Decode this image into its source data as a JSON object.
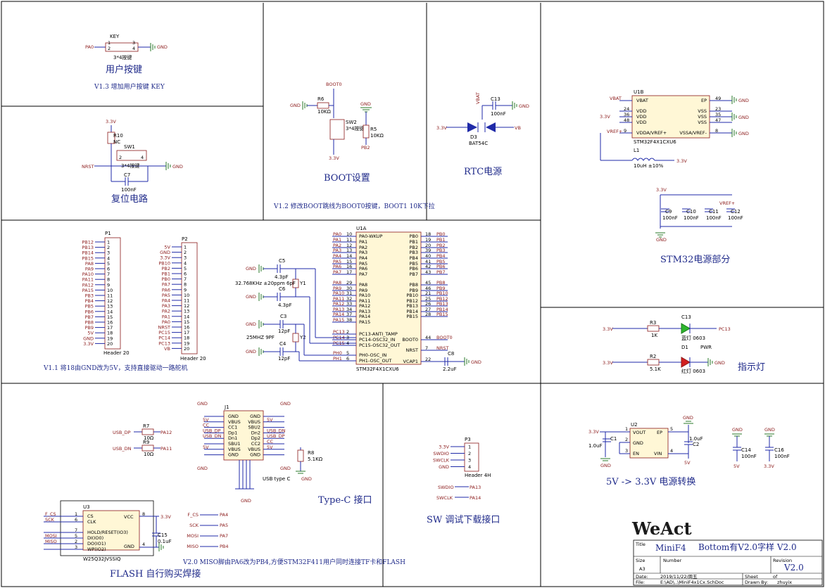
{
  "sections": {
    "key": {
      "title": "用户按键",
      "note": "V1.3 增加用户按键 KEY",
      "ref": "KEY",
      "part": "3*4按键",
      "net": "PA0",
      "gnd": "GND"
    },
    "reset": {
      "title": "复位电路",
      "r10": "R10",
      "r10_val": "NC",
      "vcc": "3.3V",
      "sw": "SW1",
      "sw_part": "3*4按键",
      "nrst": "NRST",
      "c7": "C7",
      "c7_val": "100nF",
      "gnd": "GND"
    },
    "boot": {
      "title": "BOOT设置",
      "note": "V1.2 修改BOOT跳线为BOOT0按键，BOOT1 10K下拉",
      "net_boot0": "BOOT0",
      "r6": "R6",
      "r6_val": "10KΩ",
      "sw2": "SW2",
      "sw2_part": "3*4按键",
      "r5": "R5",
      "r5_val": "10KΩ",
      "pb2": "PB2",
      "vcc": "3.3V",
      "gnd": "GND"
    },
    "rtc": {
      "title": "RTC电源",
      "vbat": "VBAT",
      "c13": "C13",
      "c13_val": "100nF",
      "d3": "D3",
      "d3_part": "BAT54C",
      "vcc": "3.3V",
      "vb": "VB",
      "gnd": "GND"
    },
    "power": {
      "title": "STM32电源部分",
      "u1b": "U1B",
      "u1b_part": "STM32F4X1CXU6",
      "left_pins": [
        {
          "num": "",
          "name": "VBAT",
          "net": "VBAT"
        },
        {
          "num": "24",
          "name": "VDD",
          "net": ""
        },
        {
          "num": "36",
          "name": "VDD",
          "net": "3.3V"
        },
        {
          "num": "48",
          "name": "VDD",
          "net": ""
        },
        {
          "num": "9",
          "name": "VDDA/VREF+",
          "net": "VREF+"
        }
      ],
      "right_pins": [
        {
          "num": "49",
          "name": "EP"
        },
        {
          "num": "23",
          "name": "VSS"
        },
        {
          "num": "35",
          "name": "VSS"
        },
        {
          "num": "47",
          "name": "VSS"
        },
        {
          "num": "8",
          "name": "VSSA/VREF-"
        }
      ],
      "l1": "L1",
      "l1_val": "10uH ±10%",
      "vcc": "3.3V",
      "vref": "VREF+",
      "gnd": "GND",
      "caps": [
        {
          "ref": "C9",
          "val": "100nF"
        },
        {
          "ref": "C10",
          "val": "100nF"
        },
        {
          "ref": "C11",
          "val": "100nF"
        },
        {
          "ref": "C12",
          "val": "100nF"
        }
      ]
    },
    "headers": {
      "note": "V1.1 将18由GND改为5V，支持直接驱动一路舵机",
      "p1": "P1",
      "p1_part": "Header 20",
      "p1_nets": [
        "PB12",
        "PB13",
        "PB14",
        "PB15",
        "PA8",
        "PA9",
        "PA10",
        "PA11",
        "PA12",
        "PA15",
        "PB3",
        "PB4",
        "PB5",
        "PB6",
        "PB7",
        "PB8",
        "PB9",
        "5V",
        "GND",
        "3.3V"
      ],
      "p2": "P2",
      "p2_part": "Header 20",
      "p2_nets": [
        "5V",
        "GND",
        "3.3V",
        "PB10",
        "PB2",
        "PB1",
        "PB0",
        "PA7",
        "PA6",
        "PA5",
        "PA4",
        "PA3",
        "PA2",
        "PA1",
        "PA0",
        "NRST",
        "PC15",
        "PC14",
        "PC13",
        "VB"
      ]
    },
    "mcu": {
      "ref": "U1A",
      "part": "STM32F4X1CXU6",
      "left_pins": [
        {
          "net": "PA0",
          "num": "10",
          "name": "PA0-WKUP"
        },
        {
          "net": "PA1",
          "num": "11",
          "name": "PA1"
        },
        {
          "net": "PA2",
          "num": "12",
          "name": "PA2"
        },
        {
          "net": "PA3",
          "num": "13",
          "name": "PA3"
        },
        {
          "net": "PA4",
          "num": "14",
          "name": "PA4"
        },
        {
          "net": "PA5",
          "num": "15",
          "name": "PA5"
        },
        {
          "net": "PA6",
          "num": "16",
          "name": "PA6"
        },
        {
          "net": "PA7",
          "num": "17",
          "name": "PA7"
        },
        {
          "net": "PA8",
          "num": "29",
          "name": "PA8"
        },
        {
          "net": "PA9",
          "num": "30",
          "name": "PA9"
        },
        {
          "net": "PA10",
          "num": "31",
          "name": "PA10"
        },
        {
          "net": "PA11",
          "num": "32",
          "name": "PA11"
        },
        {
          "net": "PA12",
          "num": "33",
          "name": "PA12"
        },
        {
          "net": "PA13",
          "num": "34",
          "name": "PA13"
        },
        {
          "net": "PA14",
          "num": "37",
          "name": "PA14"
        },
        {
          "net": "PA15",
          "num": "38",
          "name": "PA15"
        },
        {
          "net": "PC13",
          "num": "2",
          "name": "PC13-ANTI_TAMP"
        },
        {
          "net": "PC14",
          "num": "3",
          "name": "PC14-OSC32_IN"
        },
        {
          "net": "PC15",
          "num": "4",
          "name": "PC15-OSC32_OUT"
        },
        {
          "net": "PH0",
          "num": "5",
          "name": "PH0-OSC_IN"
        },
        {
          "net": "PH1",
          "num": "6",
          "name": "PH1-OSC_OUT"
        }
      ],
      "right_pins": [
        {
          "net": "PB0",
          "num": "18",
          "name": "PB0"
        },
        {
          "net": "PB1",
          "num": "19",
          "name": "PB1"
        },
        {
          "net": "PB2",
          "num": "20",
          "name": "PB2"
        },
        {
          "net": "PB3",
          "num": "39",
          "name": "PB3"
        },
        {
          "net": "PB4",
          "num": "40",
          "name": "PB4"
        },
        {
          "net": "PB5",
          "num": "41",
          "name": "PB5"
        },
        {
          "net": "PB6",
          "num": "42",
          "name": "PB6"
        },
        {
          "net": "PB7",
          "num": "43",
          "name": "PB7"
        },
        {
          "net": "PB8",
          "num": "45",
          "name": "PB8"
        },
        {
          "net": "PB9",
          "num": "46",
          "name": "PB9"
        },
        {
          "net": "PB10",
          "num": "21",
          "name": "PB10"
        },
        {
          "net": "PB12",
          "num": "25",
          "name": "PB12"
        },
        {
          "net": "PB13",
          "num": "26",
          "name": "PB13"
        },
        {
          "net": "PB14",
          "num": "27",
          "name": "PB14"
        },
        {
          "net": "PB15",
          "num": "28",
          "name": "PB15"
        },
        {
          "net": "BOOT0",
          "num": "44",
          "name": "BOOT0"
        },
        {
          "net": "NRST",
          "num": "7",
          "name": "NRST"
        },
        {
          "net": "",
          "num": "22",
          "name": "VCAP1"
        }
      ],
      "c5": "C5",
      "c5_val": "4.3pF",
      "c6": "C6",
      "c6_val": "4.3pF",
      "y1": "Y1",
      "y1_val": "32.768KHz ±20ppm 6pF",
      "c3": "C3",
      "c3_val": "12pF",
      "c4": "C4",
      "c4_val": "12pF",
      "y2": "Y2",
      "y2_val": "25MHZ 9PF",
      "c8": "C8",
      "c8_val": "2.2uF",
      "gnd": "GND"
    },
    "led": {
      "title": "指示灯",
      "r3": "R3",
      "r3_val": "1K",
      "c13": "C13",
      "c13_part": "蓝灯 0603",
      "pc13": "PC13",
      "r2": "R2",
      "r2_val": "5.1K",
      "d1": "D1",
      "d1_tag": "PWR",
      "d1_part": "红灯 0603",
      "vcc": "3.3V",
      "gnd": "GND"
    },
    "typec": {
      "title": "Type-C 接口",
      "r7": "R7",
      "r7_val": "10Ω",
      "r9": "R9",
      "r9_val": "10Ω",
      "usb_dp": "USB_DP",
      "usb_dn": "USB_DN",
      "pa12": "PA12",
      "pa11": "PA11",
      "j1": "J1",
      "j1_part": "USB type C",
      "left_pins": [
        "GND",
        "VBUS",
        "CC1",
        "Dp1",
        "Dn1",
        "SBU1",
        "VBUS",
        "GND"
      ],
      "right_pins": [
        "GND",
        "VBUS",
        "SBU2",
        "Dn2",
        "Dp2",
        "CC2",
        "VBUS",
        "GND"
      ],
      "left_nets": [
        "",
        "5V",
        "CC",
        "USB_DP",
        "USB_DN",
        "",
        "5V",
        ""
      ],
      "right_nets": [
        "",
        "5V",
        "",
        "USB_DN",
        "USB_DP",
        "CC",
        "5V",
        ""
      ],
      "r8": "R8",
      "r8_val": "5.1KΩ",
      "gnd": "GND"
    },
    "swd": {
      "title": "SW 调试下载接口",
      "p3": "P3",
      "p3_part": "Header 4H",
      "nets": [
        "3.3V",
        "SWDIO",
        "SWCLK",
        "GND"
      ],
      "swdio": "SWDIO",
      "swclk": "SWCLK",
      "pa13": "PA13",
      "pa14": "PA14"
    },
    "ldo": {
      "title": "5V -> 3.3V 电源转换",
      "u2": "U2",
      "c1": "C1",
      "c1_val": "1.0uF",
      "c2": "C2",
      "c2_val": "1.0uF",
      "vout": "VOUT",
      "ep": "EP",
      "gnd_pin": "GND",
      "en": "EN",
      "vin": "VIN",
      "c14": "C14",
      "c14_val": "100nF",
      "c16": "C16",
      "c16_val": "100nF",
      "v33": "3.3V",
      "v5": "5V",
      "gnd": "GND"
    },
    "flash": {
      "title": "FLASH 自行购买焊接",
      "note": "V2.0 MISO脚由PA6改为PB4,方便STM32F411用户同时连接TF卡和FLASH",
      "u3": "U3",
      "u3_part": "W25Q32JVSSIQ",
      "left_pins": [
        {
          "net": "F_CS",
          "num": "1",
          "name": "CS"
        },
        {
          "net": "SCK",
          "num": "6",
          "name": "CLK"
        },
        {
          "net": "",
          "num": "7",
          "name": "HOLD/RESET(IO3)"
        },
        {
          "net": "MOSI",
          "num": "5",
          "name": "DI(IO0)"
        },
        {
          "net": "MISO",
          "num": "2",
          "name": "DO(IO1)"
        },
        {
          "net": "",
          "num": "3",
          "name": "WP(IO2)"
        }
      ],
      "vcc": "VCC",
      "gnd_pin": "GND",
      "vcc_num": "8",
      "gnd_num": "4",
      "v33": "3.3V",
      "c15": "C15",
      "c15_val": "0.1uF",
      "map": [
        {
          "from": "F_CS",
          "to": "PA4"
        },
        {
          "from": "SCK",
          "to": "PA5"
        },
        {
          "from": "MOSI",
          "to": "PA7"
        },
        {
          "from": "MISO",
          "to": "PB4"
        }
      ]
    }
  },
  "titleblock": {
    "logo": "WeAct",
    "title_label": "Title",
    "title_value": "MiniF4",
    "title_extra": "Bottom有V2.0字样 V2.0",
    "size_label": "Size",
    "size_value": "A3",
    "number_label": "Number",
    "revision_label": "Revision",
    "revision_value": "V2.0",
    "date_label": "Date:",
    "date_value": "2019/11/22/周五",
    "sheet_label": "Sheet",
    "of_label": "of",
    "file_label": "File:",
    "file_value": "E:\\AD\\..\\MiniF4x1Cx.SchDoc",
    "drawn_label": "Drawn By:",
    "drawn_value": "zhuyix"
  }
}
